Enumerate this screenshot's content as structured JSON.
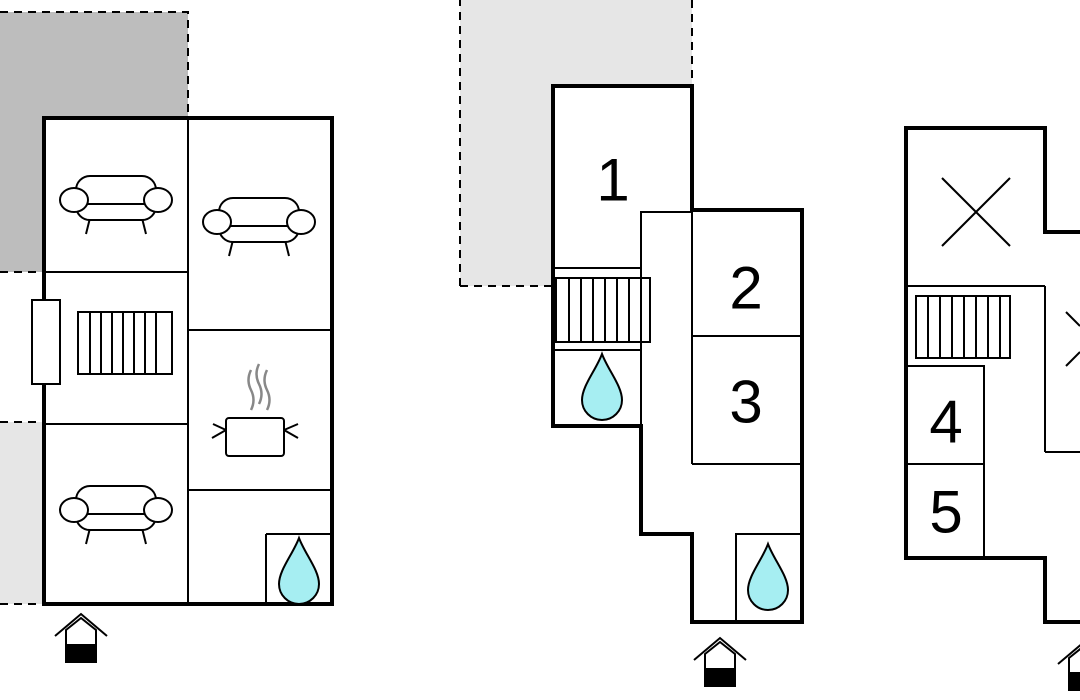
{
  "floorplan": {
    "room_numbers": [
      "1",
      "2",
      "3",
      "4",
      "5"
    ],
    "colors": {
      "wall": "#000000",
      "terrace_dark": "#bdbdbd",
      "terrace_light": "#e6e6e6",
      "water_drop": "#a6eef2"
    },
    "icons": [
      "sofa-icon",
      "staircase-icon",
      "cooking-pot-icon",
      "water-drop-icon",
      "entrance-icon",
      "cross-icon",
      "window-icon"
    ]
  }
}
